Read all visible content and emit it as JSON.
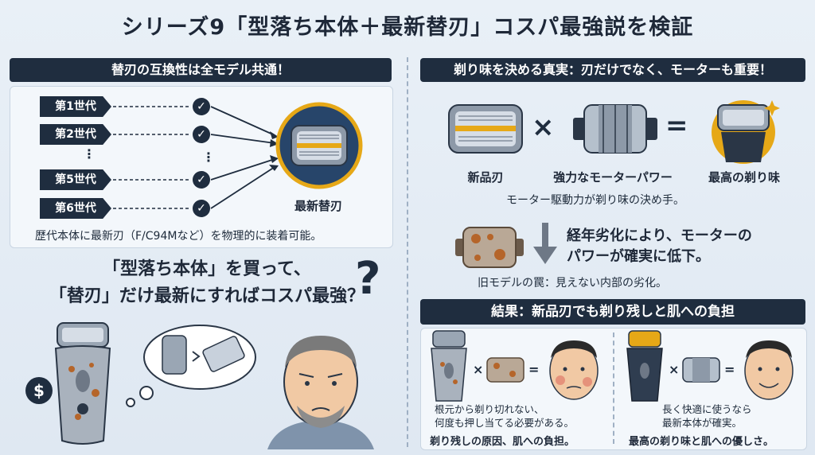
{
  "title": "シリーズ9「型落ち本体＋最新替刃」コスパ最強説を検証",
  "left": {
    "banner": "替刃の互換性は全モデル共通！",
    "generations": [
      "第1世代",
      "第2世代",
      "第5世代",
      "第6世代"
    ],
    "check_glyph": "✓",
    "ellipsis": "⋮",
    "blade_label": "最新替刃",
    "caption": "歴代本体に最新刃（F/C94Mなど）を物理的に装着可能。",
    "question_line1": "「型落ち本体」を買って、",
    "question_line2": "「替刃」だけ最新にすればコスパ最強？",
    "question_mark": "?",
    "dollar": "$"
  },
  "right": {
    "banner": "剃り味を決める真実：刃だけでなく、モーターも重要！",
    "eq_labels": [
      "新品刃",
      "強力なモーターパワー",
      "最高の剃り味"
    ],
    "times": "×",
    "equals": "=",
    "eq_caption": "モーター駆動力が剃り味の決め手。",
    "decline_text_line1": "経年劣化により、モーターの",
    "decline_text_line2": "パワーが確実に低下。",
    "decline_caption": "旧モデルの罠：見えない内部の劣化。",
    "result_banner": "結果：新品刃でも剃り残しと肌への負担",
    "bad_line1": "根元から剃り切れない、",
    "bad_line2": "何度も押し当てる必要がある。",
    "bad_line3": "剃り残しの原因、肌への負担。",
    "good_line1": "長く快適に使うなら",
    "good_line2": "最新本体が確実。",
    "good_line3": "最高の剃り味と肌への優しさ。"
  },
  "colors": {
    "navy": "#1f2d3f",
    "gold": "#e6a817",
    "steel": "#9aa6b4",
    "rust": "#b5652a",
    "skin": "#f1c9a4"
  }
}
